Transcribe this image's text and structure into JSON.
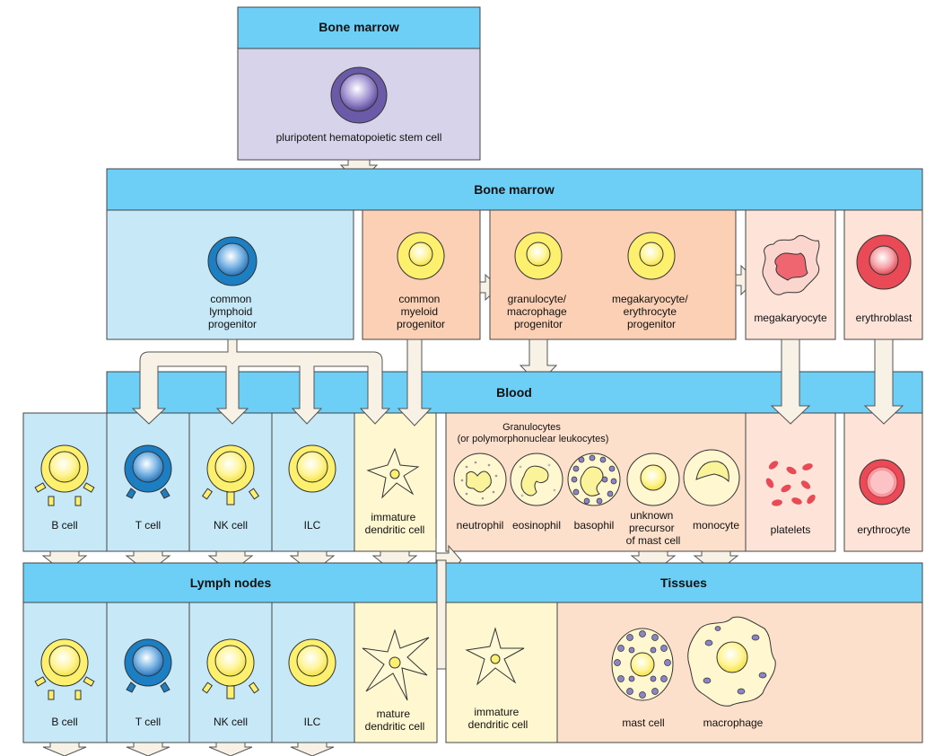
{
  "headers": {
    "bone_marrow_top": "Bone marrow",
    "bone_marrow_mid": "Bone marrow",
    "blood": "Blood",
    "lymph_nodes": "Lymph nodes",
    "tissues": "Tissues"
  },
  "stem_cell": "pluripotent hematopoietic stem cell",
  "progenitors": {
    "lymphoid": [
      "common",
      "lymphoid",
      "progenitor"
    ],
    "myeloid": [
      "common",
      "myeloid",
      "progenitor"
    ],
    "granulocyte_macrophage": [
      "granulocyte/",
      "macrophage",
      "progenitor"
    ],
    "megakaryocyte_erythrocyte": [
      "megakaryocyte/",
      "erythrocyte",
      "progenitor"
    ],
    "megakaryocyte": "megakaryocyte",
    "erythroblast": "erythroblast"
  },
  "blood_cells": {
    "b_cell": "B cell",
    "t_cell": "T cell",
    "nk_cell": "NK cell",
    "ilc": "ILC",
    "immature_dc": [
      "immature",
      "dendritic cell"
    ],
    "granulocytes_title": [
      "Granulocytes",
      "(or polymorphonuclear leukocytes)"
    ],
    "neutrophil": "neutrophil",
    "eosinophil": "eosinophil",
    "basophil": "basophil",
    "mast_precursor": [
      "unknown",
      "precursor",
      "of mast cell"
    ],
    "monocyte": "monocyte",
    "platelets": "platelets",
    "erythrocyte": "erythrocyte"
  },
  "lymph_cells": {
    "b_cell": "B cell",
    "t_cell": "T cell",
    "nk_cell": "NK cell",
    "ilc": "ILC",
    "mature_dc": [
      "mature",
      "dendritic cell"
    ]
  },
  "tissue_cells": {
    "immature_dc": [
      "immature",
      "dendritic cell"
    ],
    "mast_cell": "mast cell",
    "macrophage": "macrophage"
  },
  "colors": {
    "header_blue": "#6dcff6",
    "lymphoid_bg": "#c6e8f7",
    "stem_bg": "#d6d3ea",
    "myeloid_bg": "#fbd0b4",
    "erythroid_bg": "#fde3d8",
    "dc_bg": "#fff7cf",
    "tissue_bg": "#fde0cc",
    "cell_yellow": "#fdf06e",
    "cell_blue": "#1c7fc4",
    "cell_purple": "#6a5aa8",
    "cell_red": "#e94a55",
    "arrow_fill": "#f7f1e6"
  }
}
